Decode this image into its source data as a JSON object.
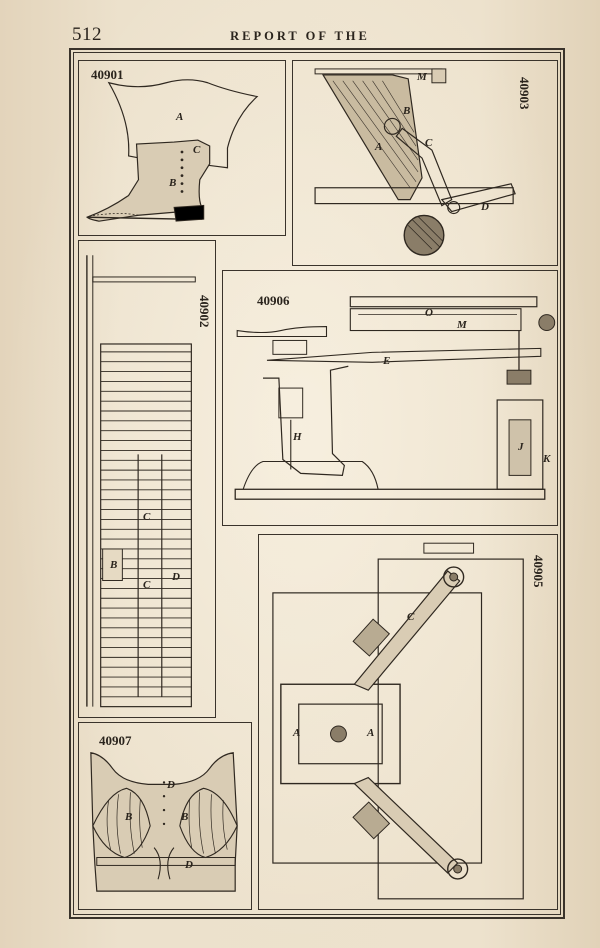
{
  "header": {
    "page_number": "512",
    "running_title": "REPORT OF THE"
  },
  "figures": [
    {
      "number": "40901",
      "labels": [
        "A",
        "B",
        "C"
      ]
    },
    {
      "number": "40902",
      "labels": [
        "C",
        "D",
        "B",
        "C"
      ]
    },
    {
      "number": "40903",
      "labels": [
        "A",
        "B",
        "C",
        "D",
        "M"
      ]
    },
    {
      "number": "40905",
      "labels": [
        "C",
        "A",
        "A"
      ]
    },
    {
      "number": "40906",
      "labels": [
        "O",
        "M",
        "E",
        "H",
        "J",
        "K"
      ]
    },
    {
      "number": "40907",
      "labels": [
        "B",
        "B",
        "D",
        "D"
      ]
    }
  ]
}
